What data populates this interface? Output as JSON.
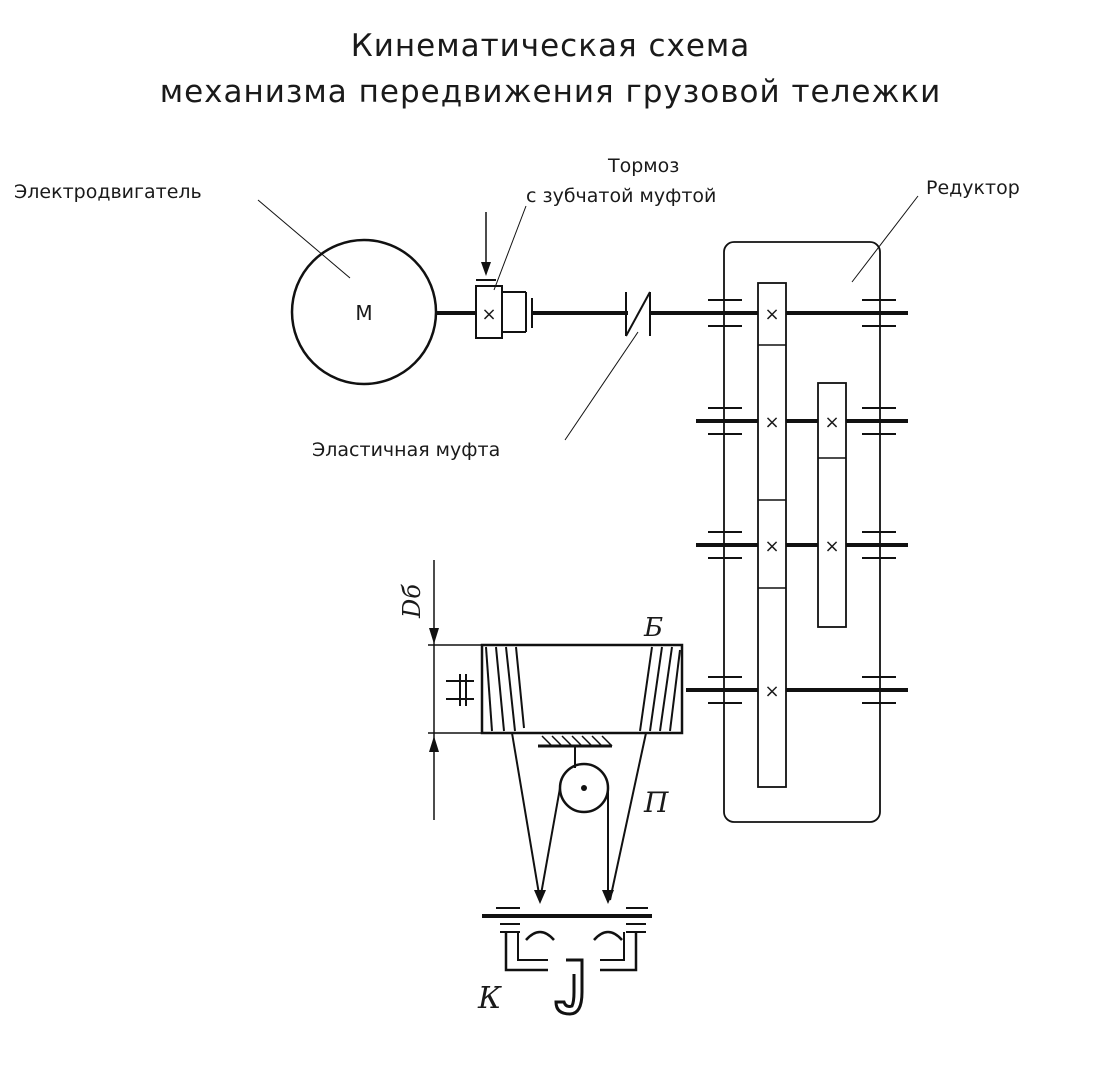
{
  "title": {
    "line1": "Кинематическая схема",
    "line2": "механизма передвижения грузовой тележки"
  },
  "labels": {
    "motor": "Электродвигатель",
    "motor_symbol": "М",
    "brake_line1": "Тормоз",
    "brake_line2": "с зубчатой муфтой",
    "reducer": "Редуктор",
    "elastic_coupling": "Эластичная муфта",
    "drum_diameter": "Dб",
    "drum": "Б",
    "pulley": "П",
    "hook": "К"
  },
  "symbols": {
    "gear_mark": "×"
  },
  "colors": {
    "line": "#111111",
    "background": "#ffffff"
  }
}
